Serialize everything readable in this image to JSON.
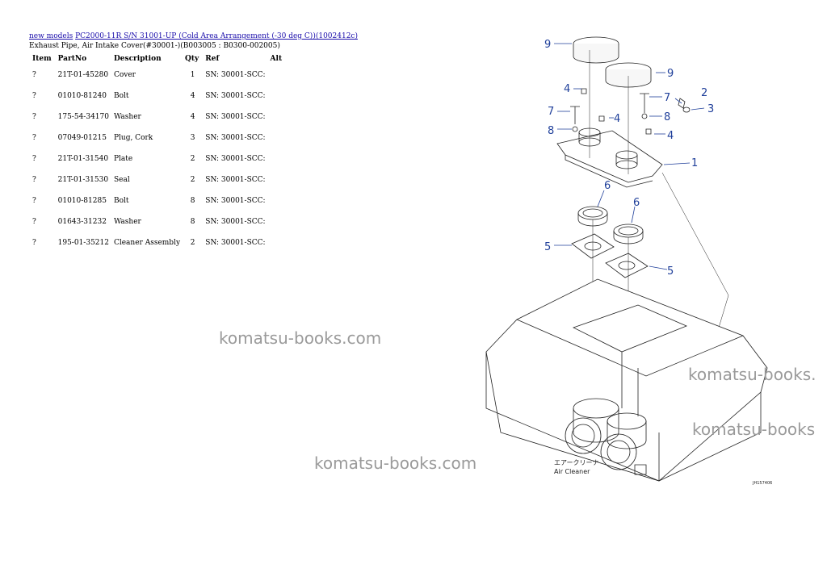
{
  "breadcrumb": {
    "link1": "new models",
    "link2": "PC2000-11R S/N 31001-UP (Cold Area Arrangement (-30 deg C))(1002412c)"
  },
  "subtitle": "Exhaust Pipe, Air Intake Cover(#30001-)(B003005 : B0300-002005)",
  "table": {
    "headers": {
      "item": "Item",
      "partno": "PartNo",
      "description": "Description",
      "qty": "Qty",
      "ref": "Ref",
      "alt": "Alt"
    },
    "rows": [
      {
        "item": "?",
        "partno": "21T-01-45280",
        "description": "Cover",
        "qty": "1",
        "ref": "SN: 30001-SCC:"
      },
      {
        "item": "?",
        "partno": "01010-81240",
        "description": "Bolt",
        "qty": "4",
        "ref": "SN: 30001-SCC:"
      },
      {
        "item": "?",
        "partno": "175-54-34170",
        "description": "Washer",
        "qty": "4",
        "ref": "SN: 30001-SCC:"
      },
      {
        "item": "?",
        "partno": "07049-01215",
        "description": "Plug, Cork",
        "qty": "3",
        "ref": "SN: 30001-SCC:"
      },
      {
        "item": "?",
        "partno": "21T-01-31540",
        "description": "Plate",
        "qty": "2",
        "ref": "SN: 30001-SCC:"
      },
      {
        "item": "?",
        "partno": "21T-01-31530",
        "description": "Seal",
        "qty": "2",
        "ref": "SN: 30001-SCC:"
      },
      {
        "item": "?",
        "partno": "01010-81285",
        "description": "Bolt",
        "qty": "8",
        "ref": "SN: 30001-SCC:"
      },
      {
        "item": "?",
        "partno": "01643-31232",
        "description": "Washer",
        "qty": "8",
        "ref": "SN: 30001-SCC:"
      },
      {
        "item": "?",
        "partno": "195-01-35212",
        "description": "Cleaner Assembly",
        "qty": "2",
        "ref": "SN: 30001-SCC:"
      }
    ]
  },
  "watermarks": {
    "w1": "komatsu-books.com",
    "w2": "komatsu-books.com",
    "w3": "komatsu-books.",
    "w4": "komatsu-books"
  },
  "diagram": {
    "callouts": {
      "c1": "1",
      "c2": "2",
      "c3": "3",
      "c4a": "4",
      "c4b": "4",
      "c4c": "4",
      "c5a": "5",
      "c5b": "5",
      "c6a": "6",
      "c6b": "6",
      "c7a": "7",
      "c7b": "7",
      "c8a": "8",
      "c8b": "8",
      "c9a": "9",
      "c9b": "9"
    },
    "label_jp": "エアークリーナ",
    "label_en": "Air Cleaner",
    "drawing_code": "JH157406",
    "colors": {
      "callout": "#1f3f9a",
      "line": "#222222"
    }
  }
}
